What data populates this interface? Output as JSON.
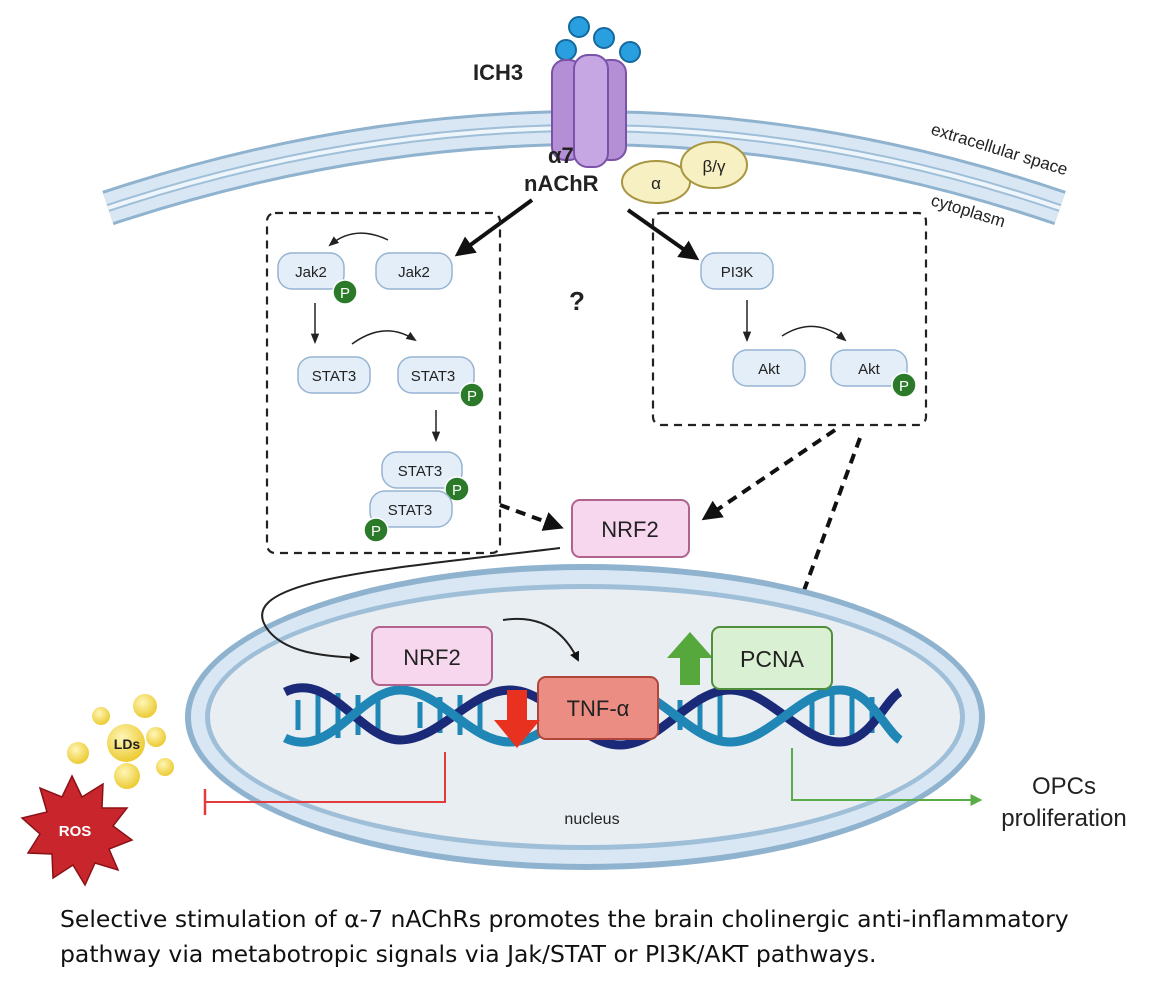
{
  "labels": {
    "ich3": "ICH3",
    "receptor_line1": "α7",
    "receptor_line2": "nAChR",
    "g_alpha": "α",
    "g_betagamma": "β/γ",
    "extracellular": "extracellular space",
    "cytoplasm": "cytoplasm",
    "question": "?",
    "nucleus": "nucleus",
    "lds": "LDs",
    "ros": "ROS",
    "phospho": "P"
  },
  "jak_stat": {
    "jak2_phos": "Jak2",
    "jak2": "Jak2",
    "stat3_a": "STAT3",
    "stat3_b": "STAT3",
    "stat3_dimer_top": "STAT3",
    "stat3_dimer_bottom": "STAT3"
  },
  "pi3k_akt": {
    "pi3k": "PI3K",
    "akt": "Akt",
    "akt_phos": "Akt"
  },
  "nuclear": {
    "nrf2_cyto": "NRF2",
    "nrf2_nuc": "NRF2",
    "tnf": "TNF-α",
    "pcna": "PCNA"
  },
  "outcome": {
    "line1": "OPCs",
    "line2": "proliferation"
  },
  "caption": {
    "line1": "Selective stimulation of α-7 nAChRs promotes the brain cholinergic anti-inflammatory",
    "line2": "pathway via metabotropic signals via Jak/STAT or PI3K/AKT pathways."
  },
  "colors": {
    "membrane": "#c8dcec",
    "receptor": "#b48fd6",
    "gprotein": "#f7f0c2",
    "pathway_box": "#e4eef8",
    "phospho": "#2a7a2a",
    "nrf2": "#f6d7ee",
    "tnf": "#ec8d84",
    "pcna": "#d9f0d2",
    "down_arrow": "#e8321f",
    "up_arrow": "#56a83c",
    "inhibit_line": "#e33b3b",
    "promote_line": "#5aac46",
    "ros": "#c8262c",
    "lipid_droplet": "#f3d94a",
    "dna_dark": "#1b2a78",
    "dna_light": "#1f86b5"
  }
}
